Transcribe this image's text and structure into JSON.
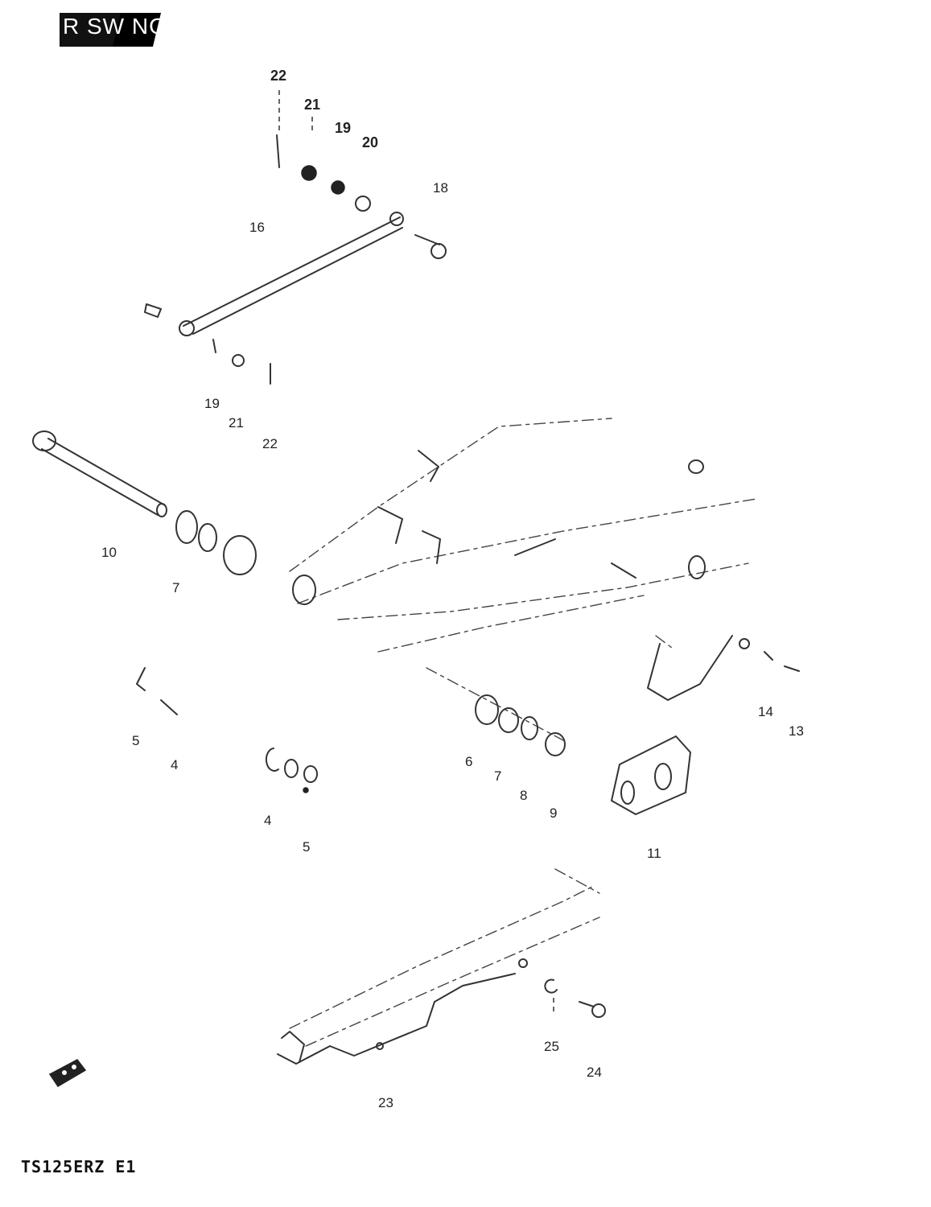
{
  "header": {
    "section_label": "R SW NG"
  },
  "footer": {
    "model_code": "TS125ERZ E1"
  },
  "callouts": [
    {
      "id": "c22a",
      "text": "22"
    },
    {
      "id": "c21a",
      "text": "21"
    },
    {
      "id": "c19a",
      "text": "19"
    },
    {
      "id": "c20",
      "text": "20"
    },
    {
      "id": "c18",
      "text": "18"
    },
    {
      "id": "c16",
      "text": "16"
    },
    {
      "id": "c19b",
      "text": "19"
    },
    {
      "id": "c21b",
      "text": "21"
    },
    {
      "id": "c22b",
      "text": "22"
    },
    {
      "id": "c10",
      "text": "10"
    },
    {
      "id": "c7a",
      "text": "7"
    },
    {
      "id": "c5a",
      "text": "5"
    },
    {
      "id": "c4a",
      "text": "4"
    },
    {
      "id": "c4b",
      "text": "4"
    },
    {
      "id": "c5b",
      "text": "5"
    },
    {
      "id": "c6",
      "text": "6"
    },
    {
      "id": "c7b",
      "text": "7"
    },
    {
      "id": "c8",
      "text": "8"
    },
    {
      "id": "c9",
      "text": "9"
    },
    {
      "id": "c14",
      "text": "14"
    },
    {
      "id": "c13",
      "text": "13"
    },
    {
      "id": "c11",
      "text": "11"
    },
    {
      "id": "c25",
      "text": "25"
    },
    {
      "id": "c24",
      "text": "24"
    },
    {
      "id": "c23",
      "text": "23"
    }
  ]
}
